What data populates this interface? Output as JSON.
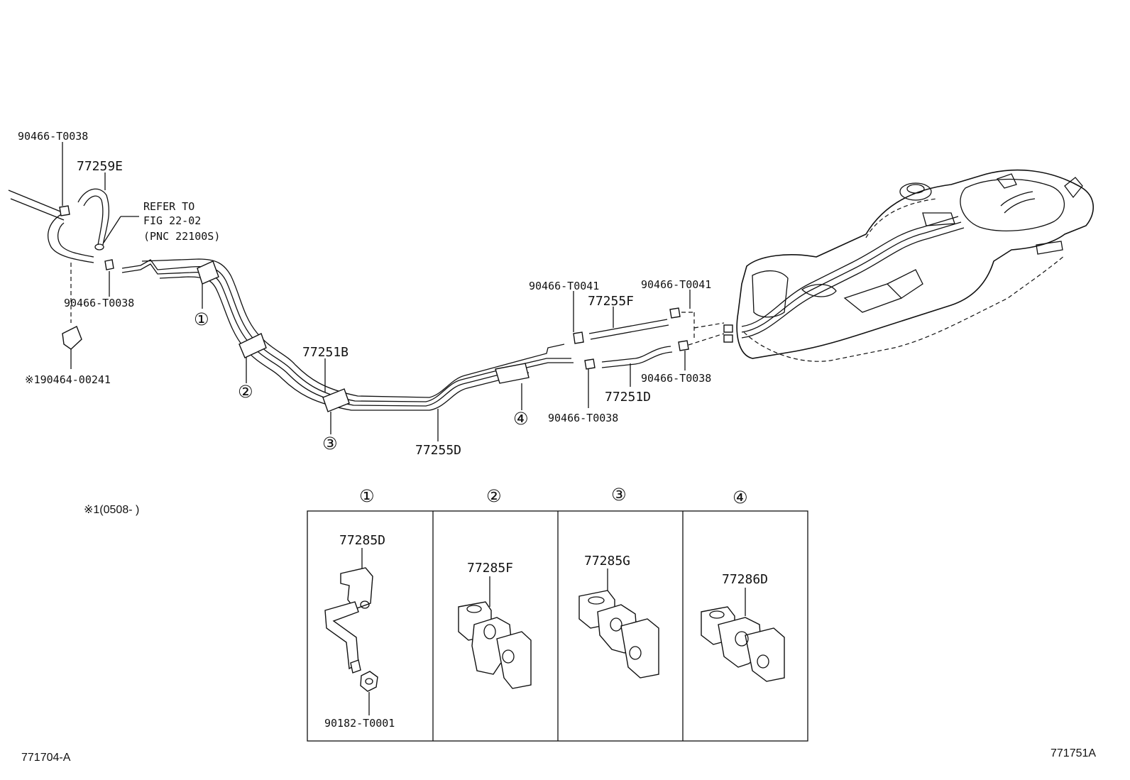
{
  "labels": {
    "clip_top_left": "90466-T0038",
    "hose_77259e": "77259E",
    "refer_line1": "REFER TO",
    "refer_line2": "FIG 22-02",
    "refer_line3": "(PNC 22100S)",
    "clip_left_lower": "90466-T0038",
    "clamp_note": "※190464-00241",
    "tube_77251b": "77251B",
    "tube_77255d": "77255D",
    "clip_mid_upper": "90466-T0041",
    "hose_77255f": "77255F",
    "clip_right_upper": "90466-T0041",
    "clip_right_lower": "90466-T0038",
    "hose_77251d": "77251D",
    "clip_mid_lower": "90466-T0038",
    "note_range": "※1(0508-     )",
    "ref_1": "①",
    "ref_2": "②",
    "ref_3": "③",
    "ref_4": "④",
    "footer_left": "771704-A",
    "footer_right": "771751A"
  },
  "detail_panels": [
    {
      "marker": "①",
      "part": "77285D",
      "sub_part": "90182-T0001"
    },
    {
      "marker": "②",
      "part": "77285F"
    },
    {
      "marker": "③",
      "part": "77285G"
    },
    {
      "marker": "④",
      "part": "77286D"
    }
  ]
}
